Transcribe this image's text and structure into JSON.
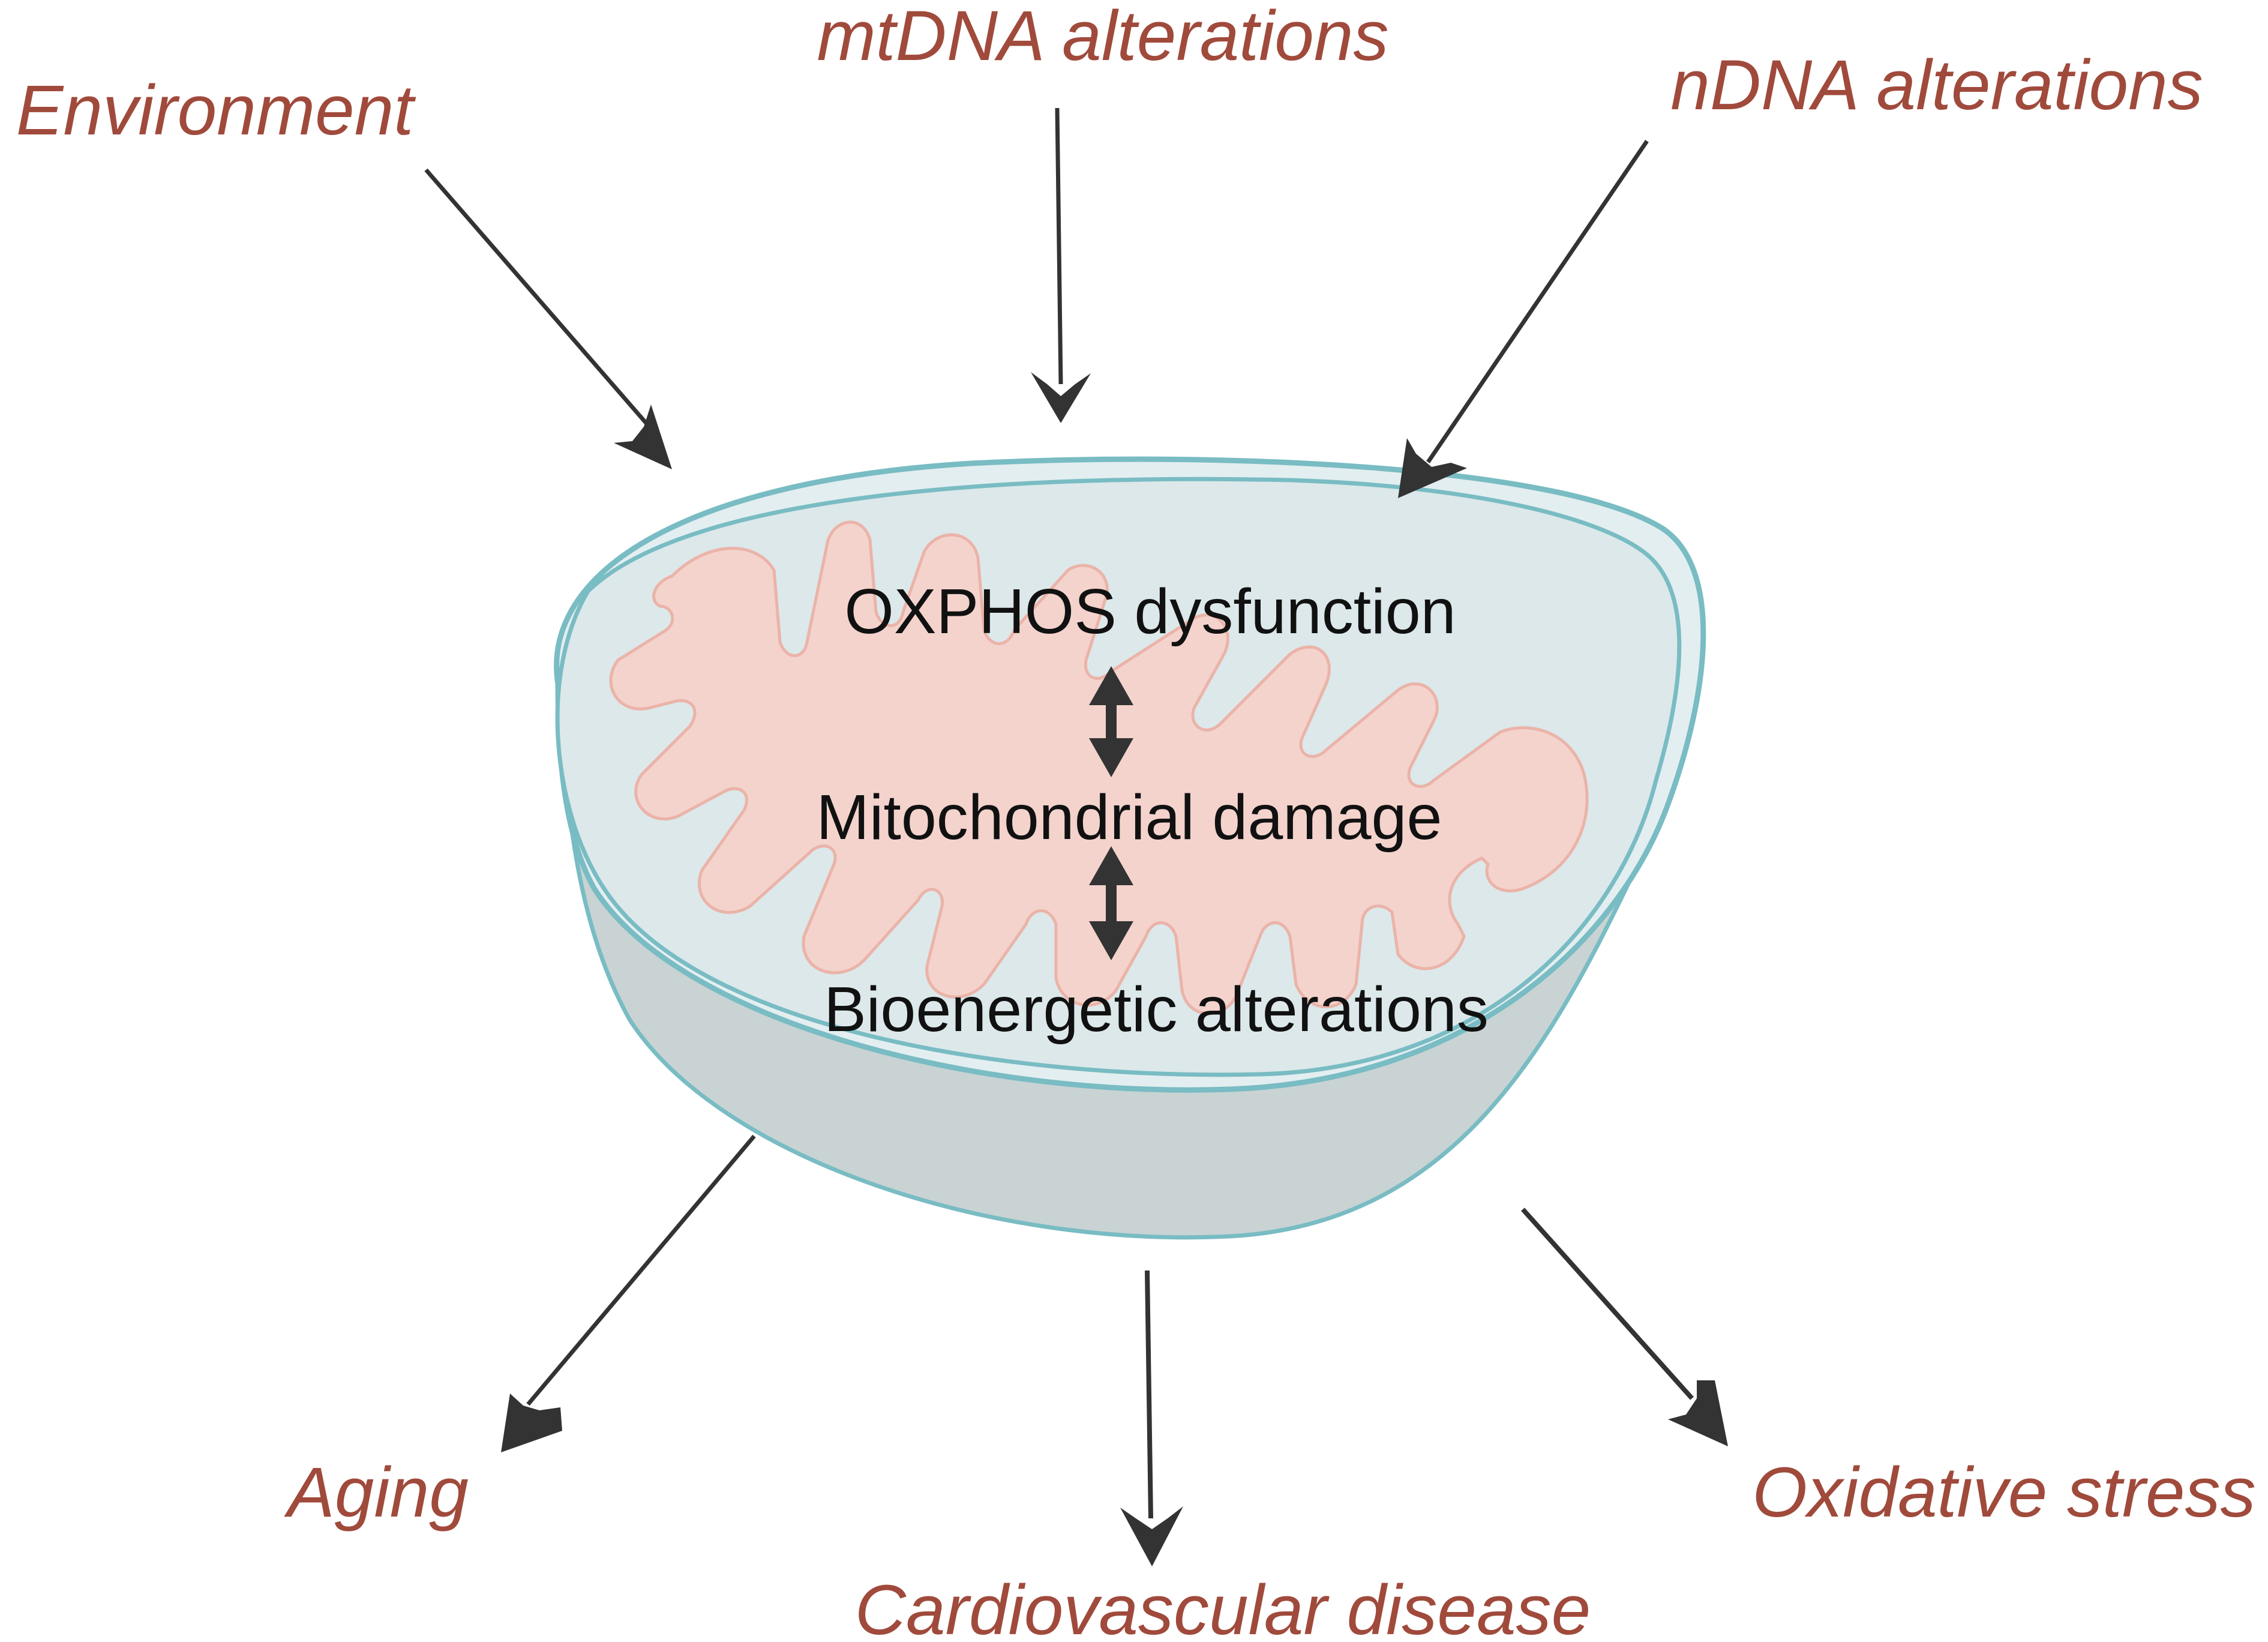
{
  "colors": {
    "label_red": "#A04A3C",
    "arrow_dark": "#333333",
    "membrane_teal": "#79BCC3",
    "matrix_fill": "#DCE8EA",
    "shell_fill": "#C9D3D4",
    "cristae_pink": "#F4D3CD",
    "cristae_stroke": "#EBB3A8",
    "center_text": "#111111"
  },
  "causes": {
    "environment": "Environment",
    "mtdna": "mtDNA alterations",
    "ndna": "nDNA alterations"
  },
  "mitochondrion": {
    "oxphos": "OXPHOS dysfunction",
    "damage": "Mitochondrial damage",
    "bioenergetic": "Bioenergetic alterations"
  },
  "effects": {
    "aging": "Aging",
    "cardiovascular": "Cardiovascular disease",
    "oxidative": "Oxidative stress"
  }
}
